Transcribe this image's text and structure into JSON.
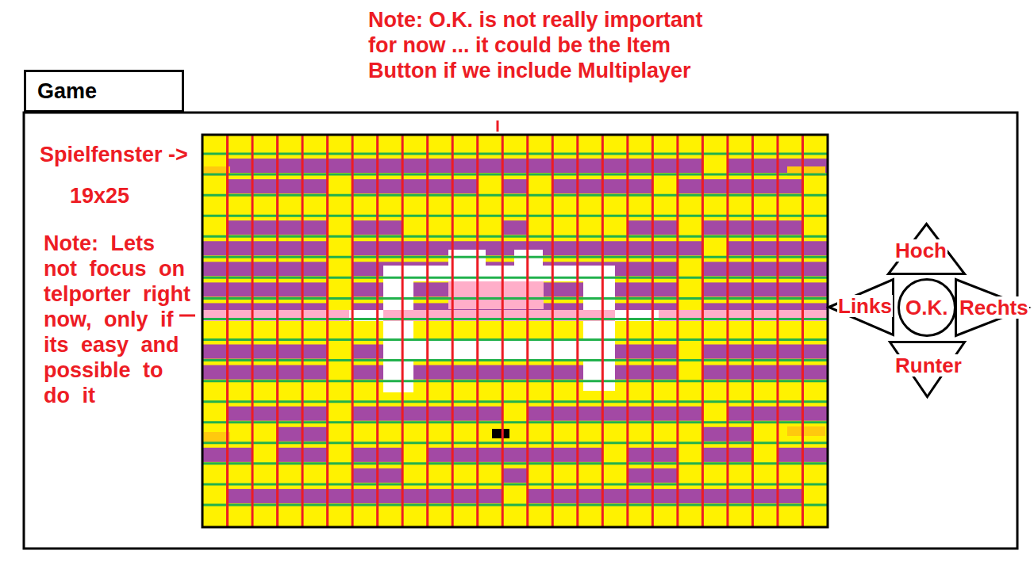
{
  "diagram": {
    "nodes": [
      {
        "text": [
          "Game"
        ]
      },
      {
        "text": [
          "Hoch"
        ]
      },
      {
        "text": [
          "Links"
        ]
      },
      {
        "text": [
          "O.K."
        ]
      },
      {
        "text": [
          "Rechts"
        ]
      },
      {
        "text": [
          "Runter"
        ]
      }
    ],
    "labels": [
      "Note: O.K. is not really important for now ... it could be the Item Button if we include Multiplayer",
      "Spielfenster ->",
      "19x25",
      "Note: Lets not focus on telporter right now, only if its easy and possible to do it"
    ]
  }
}
